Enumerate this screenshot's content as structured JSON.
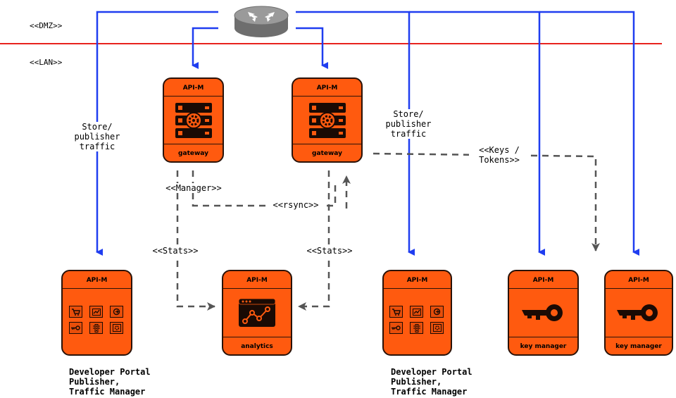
{
  "zones": {
    "dmz": "<<DMZ>>",
    "lan": "<<LAN>>"
  },
  "labels": {
    "store_left": "Store/\npublisher\ntraffic",
    "store_right": "Store/\npublisher\ntraffic",
    "keys_tokens": "<<Keys /\nTokens>>",
    "manager": "<<Manager>>",
    "rsync": "<<rsync>>",
    "stats_left": "<<Stats>>",
    "stats_right": "<<Stats>>"
  },
  "nodes": {
    "gateway1": {
      "title": "API-M",
      "caption": "gateway",
      "icon": "server-gear-icon"
    },
    "gateway2": {
      "title": "API-M",
      "caption": "gateway",
      "icon": "server-gear-icon"
    },
    "portal1": {
      "title": "API-M",
      "icon": "portal-grid-icon"
    },
    "analytics": {
      "title": "API-M",
      "caption": "analytics",
      "icon": "analytics-chart-icon"
    },
    "portal2": {
      "title": "API-M",
      "icon": "portal-grid-icon"
    },
    "keymanager1": {
      "title": "API-M",
      "caption": "key manager",
      "icon": "key-icon"
    },
    "keymanager2": {
      "title": "API-M",
      "caption": "key manager",
      "icon": "key-icon"
    }
  },
  "descriptions": {
    "portal1": "Developer Portal\nPublisher,\nTraffic Manager",
    "portal2": "Developer Portal\nPublisher,\nTraffic Manager"
  },
  "colors": {
    "traffic_line": "#1f3df0",
    "zone_boundary": "#e8231e",
    "node_fill": "#ff5a0f",
    "dashed": "#555555",
    "router": "#8a8a8a"
  }
}
